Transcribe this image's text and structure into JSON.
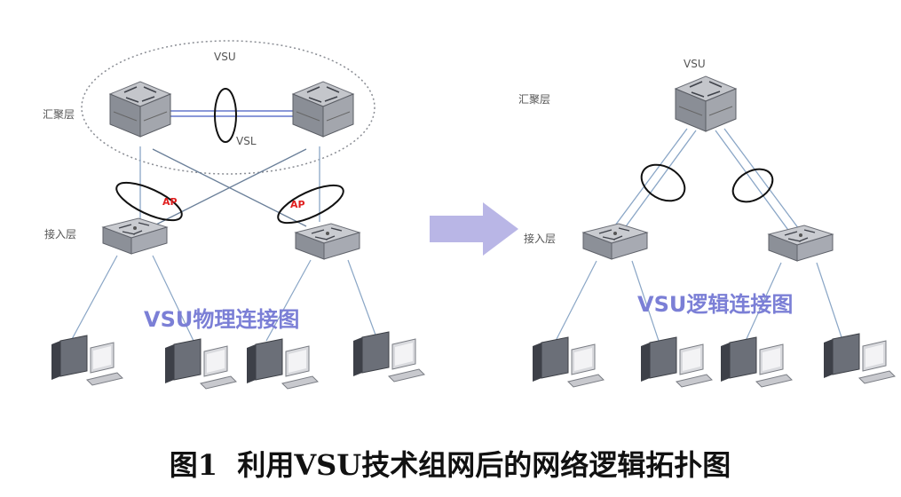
{
  "left": {
    "vsu_label": "VSU",
    "vsl_label": "VSL",
    "agg_layer": "汇聚层",
    "access_layer": "接入层",
    "ap_left": "AP",
    "ap_right": "AP",
    "caption": "VSU物理连接图"
  },
  "right": {
    "vsu_label": "VSU",
    "agg_layer": "汇聚层",
    "access_layer": "接入层",
    "caption": "VSU逻辑连接图"
  },
  "figure_title": "图1  利用VSU技术组网后的网络逻辑拓扑图",
  "colors": {
    "caption": "#7b7fd6",
    "arrow": "#b9b6e6",
    "link": "#8aa6c6",
    "vsl": "#8a98d8",
    "ap": "#e02020"
  }
}
